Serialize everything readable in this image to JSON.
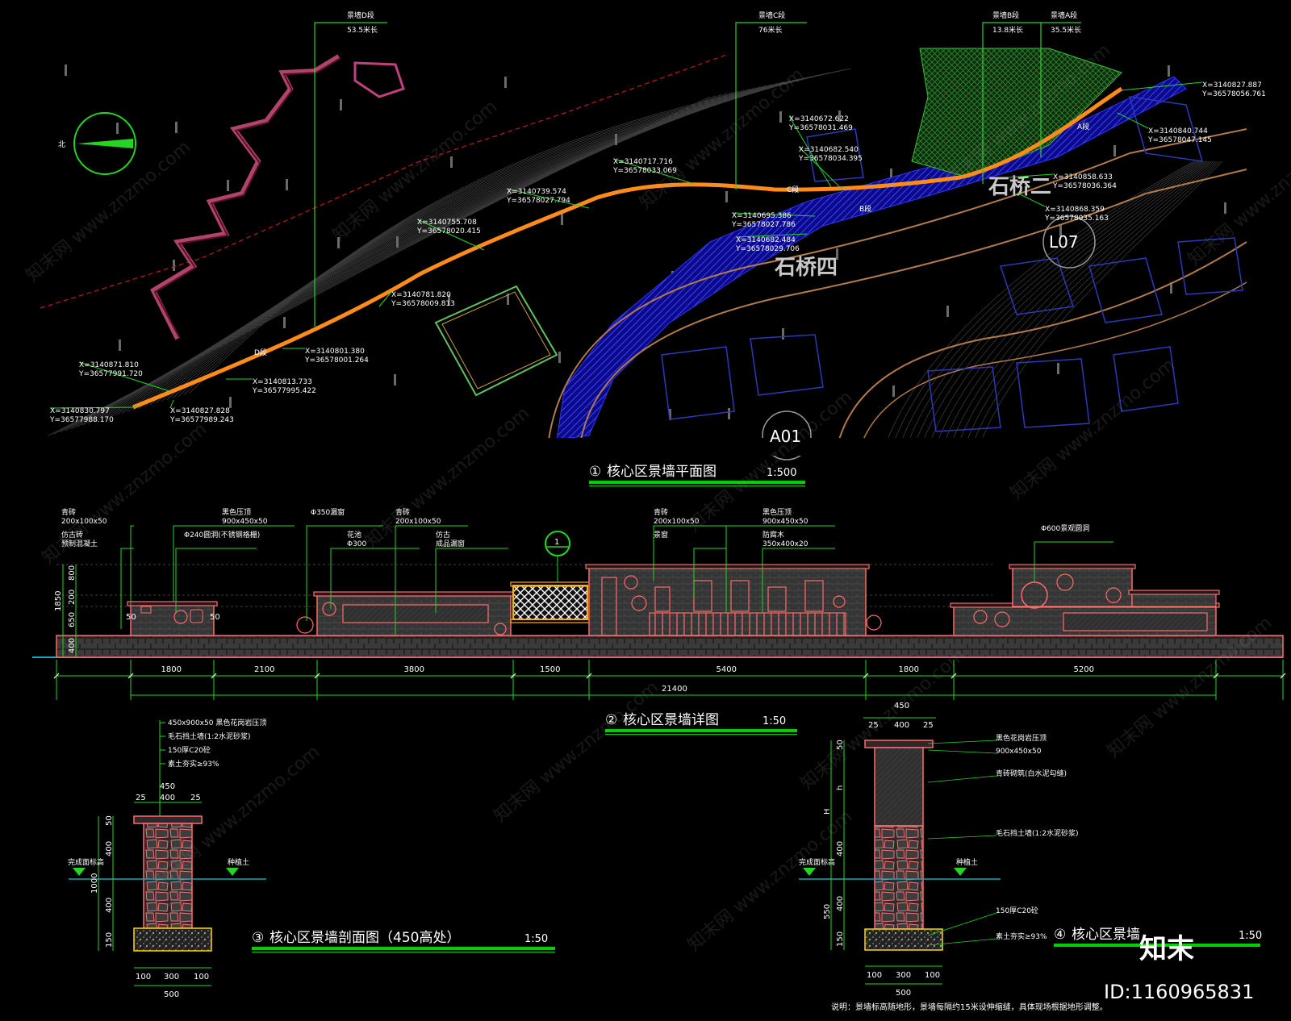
{
  "titles": {
    "plan": {
      "num": "①",
      "text": "核心区景墙平面图",
      "scale": "1:500"
    },
    "elevation": {
      "num": "②",
      "text": "核心区景墙详图",
      "scale": "1:50"
    },
    "section450": {
      "num": "③",
      "text": "核心区景墙剖面图（450高处）",
      "scale": "1:50"
    },
    "section4": {
      "num": "④",
      "text": "核心区景墙",
      "scale": "1:50"
    }
  },
  "plan": {
    "north": "北",
    "bridges": [
      "石桥二",
      "石桥四"
    ],
    "lots": [
      "L07",
      "A01"
    ],
    "callouts": [
      {
        "label": "景墙D段",
        "value": "53.5米长"
      },
      {
        "label": "景墙C段",
        "value": "76米长"
      },
      {
        "label": "景墙B段",
        "value": "13.8米长"
      },
      {
        "label": "景墙A段",
        "value": "35.5米长"
      }
    ],
    "coords": [
      {
        "x": "X=3140827.887",
        "y": "Y=36578056.761"
      },
      {
        "x": "X=3140840.744",
        "y": "Y=36578047.145"
      },
      {
        "x": "X=3140672.622",
        "y": "Y=36578031.469"
      },
      {
        "x": "X=3140682.540",
        "y": "Y=36578034.395"
      },
      {
        "x": "X=3140717.716",
        "y": "Y=36578033.069"
      },
      {
        "x": "X=3140858.633",
        "y": "Y=36578036.364"
      },
      {
        "x": "X=3140868.359",
        "y": "Y=36578035.163"
      },
      {
        "x": "X=3140739.574",
        "y": "Y=36578027.794"
      },
      {
        "x": "X=3140695.386",
        "y": "Y=36578027.786"
      },
      {
        "x": "X=3140682.484",
        "y": "Y=36578029.706"
      },
      {
        "x": "X=3140755.708",
        "y": "Y=36578020.415"
      },
      {
        "x": "X=3140781.820",
        "y": "Y=36578009.813"
      },
      {
        "x": "X=3140801.380",
        "y": "Y=36578001.264"
      },
      {
        "x": "X=3140871.810",
        "y": "Y=36577991.720"
      },
      {
        "x": "X=3140813.733",
        "y": "Y=36577995.422"
      },
      {
        "x": "X=3140830.797",
        "y": "Y=36577988.170"
      },
      {
        "x": "X=3140827.828",
        "y": "Y=36577989.243"
      }
    ],
    "segment_tags": [
      "D段",
      "C段",
      "B段",
      "A段"
    ]
  },
  "elevation": {
    "notes": [
      {
        "line1": "青砖",
        "line2": "200x100x50"
      },
      {
        "line1": "仿古砖",
        "line2": "预制混凝土"
      },
      {
        "line1": "黑色压顶",
        "line2": "900x450x50"
      },
      {
        "line1": "Φ240圆洞(不锈钢格栅)",
        "line2": ""
      },
      {
        "line1": "Φ350漏窗",
        "line2": ""
      },
      {
        "line1": "花池",
        "line2": "Φ300"
      },
      {
        "line1": "青砖",
        "line2": "200x100x50"
      },
      {
        "line1": "仿古",
        "line2": "成品漏窗"
      },
      {
        "line1": "青砖",
        "line2": "200x100x50"
      },
      {
        "line1": "景窗",
        "line2": ""
      },
      {
        "line1": "黑色压顶",
        "line2": "900x450x50"
      },
      {
        "line1": "防腐木",
        "line2": "350x400x20"
      },
      {
        "line1": "Φ600景观圆洞",
        "line2": ""
      }
    ],
    "height_dims": [
      "1850",
      "800",
      "200",
      "650",
      "400"
    ],
    "small_dims": [
      "50",
      "50"
    ],
    "seg_dims": [
      "1800",
      "2100",
      "3800",
      "1500",
      "5400",
      "1800",
      "5200"
    ],
    "total": "21400",
    "callout_num": "1"
  },
  "section450": {
    "layers": [
      "450x900x50  黑色花岗岩压顶",
      "毛石挡土墙(1:2水泥砂浆)",
      "150厚C20砼",
      "素土夯实≥93%"
    ],
    "top_dims": [
      "450",
      "25",
      "400",
      "25"
    ],
    "vert_dims": [
      "50",
      "400",
      "1000",
      "400",
      "150"
    ],
    "bottom_dims": [
      "100",
      "300",
      "100",
      "500"
    ],
    "left_label": "完成面标高",
    "right_label": "种植土"
  },
  "section4": {
    "top_dims": [
      "450",
      "25",
      "400",
      "25"
    ],
    "layers": [
      "黑色花岗岩压顶",
      "900x450x50",
      "青砖砌筑(白水泥勾缝)",
      "毛石挡土墙(1:2水泥砂浆)",
      "150厚C20砼",
      "素土夯实≥93%"
    ],
    "vert_dims": [
      "50",
      "h",
      "H",
      "400",
      "550",
      "400",
      "150"
    ],
    "bottom_dims": [
      "100",
      "300",
      "100",
      "500"
    ],
    "left_label": "完成面标高",
    "right_label": "种植土"
  },
  "footer": {
    "note": "说明：景墙标高随地形，景墙每隔约15米设伸缩缝，具体现场根据地形调整。",
    "watermark_logo": "知末",
    "watermark_site": "知末网 www.znzmo.com",
    "id": "ID:1160965831"
  },
  "colors": {
    "background": "#000000",
    "wall_line": "#ff6b6b",
    "route": "#ff8c1a",
    "leader": "#22d622",
    "river": "#2a2ad0",
    "ground": "#1ba3c0",
    "title_bar": "#00d000",
    "footing": "#ffd700"
  }
}
